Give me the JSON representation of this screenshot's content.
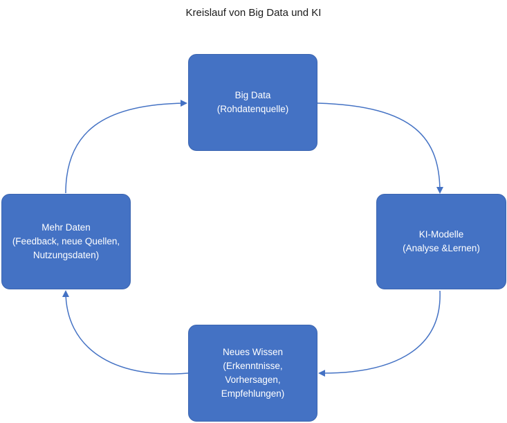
{
  "diagram": {
    "title": "Kreislauf von Big Data und KI",
    "nodes": {
      "big_data": {
        "lines": [
          "Big Data",
          "(Rohdatenquelle)"
        ]
      },
      "ki_modelle": {
        "lines": [
          "KI-Modelle",
          "(Analyse &Lernen)"
        ]
      },
      "neues_wissen": {
        "lines": [
          "Neues Wissen",
          "(Erkenntnisse,",
          "Vorhersagen,",
          "Empfehlungen)"
        ]
      },
      "mehr_daten": {
        "lines": [
          "Mehr Daten",
          "(Feedback, neue Quellen,",
          "Nutzungsdaten)"
        ]
      }
    },
    "edges": [
      {
        "from": "big_data",
        "to": "ki_modelle"
      },
      {
        "from": "ki_modelle",
        "to": "neues_wissen"
      },
      {
        "from": "neues_wissen",
        "to": "mehr_daten"
      },
      {
        "from": "mehr_daten",
        "to": "big_data"
      }
    ],
    "colors": {
      "node_fill": "#4472c4",
      "node_text": "#ffffff",
      "arrow": "#4472c4",
      "title_text": "#1a1a1a"
    }
  }
}
